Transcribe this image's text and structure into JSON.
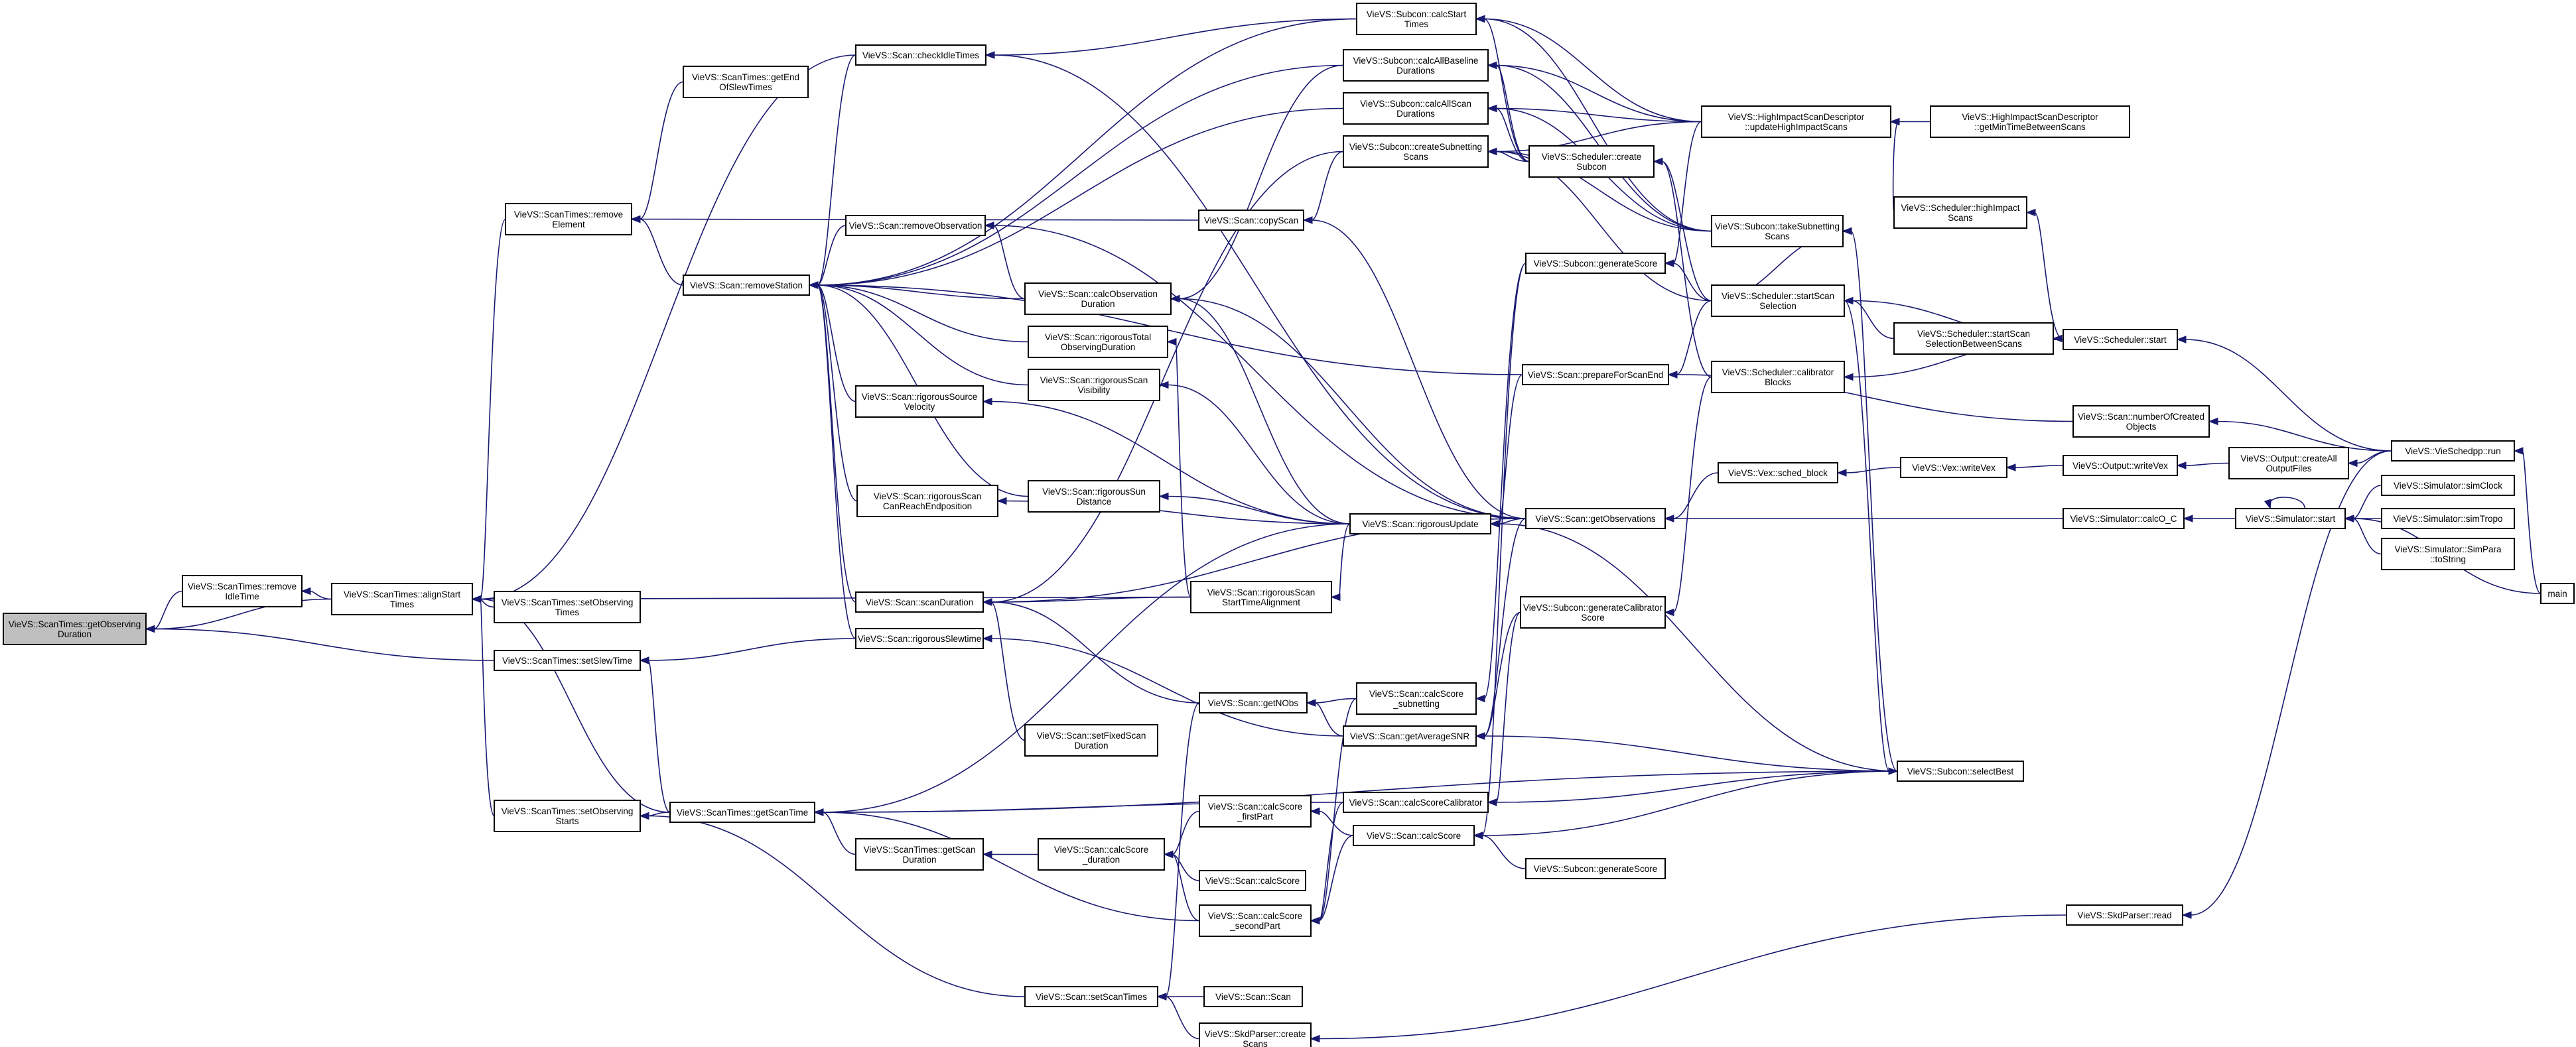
{
  "root": "getObservingDuration",
  "nodes": {
    "getObservingDuration": [
      "VieVS::ScanTimes::getObserving",
      "Duration"
    ],
    "removeIdleTime": [
      "VieVS::ScanTimes::remove",
      "IdleTime"
    ],
    "alignStartTimes": [
      "VieVS::ScanTimes::alignStart",
      "Times"
    ],
    "setObservingTimes": [
      "VieVS::ScanTimes::setObserving",
      "Times"
    ],
    "setSlewTime": [
      "VieVS::ScanTimes::setSlewTime"
    ],
    "setObservingStarts": [
      "VieVS::ScanTimes::setObserving",
      "Starts"
    ],
    "getScanTime": [
      "VieVS::ScanTimes::getScanTime"
    ],
    "removeElement": [
      "VieVS::ScanTimes::remove",
      "Element"
    ],
    "getEndOfSlewTimes": [
      "VieVS::ScanTimes::getEnd",
      "OfSlewTimes"
    ],
    "removeStation": [
      "VieVS::Scan::removeStation"
    ],
    "checkIdleTimes": [
      "VieVS::Scan::checkIdleTimes"
    ],
    "removeObservation": [
      "VieVS::Scan::removeObservation"
    ],
    "rigorousSourceVelocity": [
      "VieVS::Scan::rigorousSource",
      "Velocity"
    ],
    "rigorousScanCanReachEndposition": [
      "VieVS::Scan::rigorousScan",
      "CanReachEndposition"
    ],
    "scanDuration": [
      "VieVS::Scan::scanDuration"
    ],
    "rigorousSlewtime": [
      "VieVS::Scan::rigorousSlewtime"
    ],
    "getScanDuration": [
      "VieVS::ScanTimes::getScan",
      "Duration"
    ],
    "setScanTimes": [
      "VieVS::Scan::setScanTimes"
    ],
    "copyScan": [
      "VieVS::Scan::copyScan"
    ],
    "calcObservationDuration": [
      "VieVS::Scan::calcObservation",
      "Duration"
    ],
    "rigorousTotalObservingDuration": [
      "VieVS::Scan::rigorousTotal",
      "ObservingDuration"
    ],
    "rigorousScanVisibility": [
      "VieVS::Scan::rigorousScan",
      "Visibility"
    ],
    "rigorousSunDistance": [
      "VieVS::Scan::rigorousSun",
      "Distance"
    ],
    "rigorousScanStartTimeAlignment": [
      "VieVS::Scan::rigorousScan",
      "StartTimeAlignment"
    ],
    "setFixedScanDuration": [
      "VieVS::Scan::setFixedScan",
      "Duration"
    ],
    "getNObs": [
      "VieVS::Scan::getNObs"
    ],
    "calcScoreDuration": [
      "VieVS::Scan::calcScore",
      "_duration"
    ],
    "calcScoreFirstPart": [
      "VieVS::Scan::calcScore",
      "_firstPart"
    ],
    "calcScoreSimple": [
      "VieVS::Scan::calcScore"
    ],
    "calcScoreSecondPart": [
      "VieVS::Scan::calcScore",
      "_secondPart"
    ],
    "scanCtor": [
      "VieVS::Scan::Scan"
    ],
    "skdCreateScans": [
      "VieVS::SkdParser::create",
      "Scans"
    ],
    "calcStartTimes": [
      "VieVS::Subcon::calcStart",
      "Times"
    ],
    "calcAllBaselineDurations": [
      "VieVS::Subcon::calcAllBaseline",
      "Durations"
    ],
    "calcAllScanDurations": [
      "VieVS::Subcon::calcAllScan",
      "Durations"
    ],
    "createSubnettingScans": [
      "VieVS::Subcon::createSubnetting",
      "Scans"
    ],
    "rigorousUpdate": [
      "VieVS::Scan::rigorousUpdate"
    ],
    "calcScoreSubnetting": [
      "VieVS::Scan::calcScore",
      "_subnetting"
    ],
    "getAverageSNR": [
      "VieVS::Scan::getAverageSNR"
    ],
    "calcScoreCalibrator": [
      "VieVS::Scan::calcScoreCalibrator"
    ],
    "calcScoreMain": [
      "VieVS::Scan::calcScore"
    ],
    "schedulerCreateSubcon": [
      "VieVS::Scheduler::create",
      "Subcon"
    ],
    "generateScore": [
      "VieVS::Subcon::generateScore"
    ],
    "prepareForScanEnd": [
      "VieVS::Scan::prepareForScanEnd"
    ],
    "getObservations": [
      "VieVS::Scan::getObservations"
    ],
    "generateCalibratorScore": [
      "VieVS::Subcon::generateCalibrator",
      "Score"
    ],
    "subconGenerateScore2": [
      "VieVS::Subcon::generateScore"
    ],
    "updateHighImpactScans": [
      "VieVS::HighImpactScanDescriptor",
      "::updateHighImpactScans"
    ],
    "takeSubnettingScans": [
      "VieVS::Subcon::takeSubnetting",
      "Scans"
    ],
    "startScanSelection": [
      "VieVS::Scheduler::startScan",
      "Selection"
    ],
    "calibratorBlocks": [
      "VieVS::Scheduler::calibrator",
      "Blocks"
    ],
    "schedBlock": [
      "VieVS::Vex::sched_block"
    ],
    "selectBest": [
      "VieVS::Subcon::selectBest"
    ],
    "getMinTimeBetweenScans": [
      "VieVS::HighImpactScanDescriptor",
      "::getMinTimeBetweenScans"
    ],
    "highImpactScans": [
      "VieVS::Scheduler::highImpact",
      "Scans"
    ],
    "startScanSelectionBetweenScans": [
      "VieVS::Scheduler::startScan",
      "SelectionBetweenScans"
    ],
    "writeVexVex": [
      "VieVS::Vex::writeVex"
    ],
    "outputWriteVex": [
      "VieVS::Output::writeVex"
    ],
    "calcOC": [
      "VieVS::Simulator::calcO_C"
    ],
    "schedulerStart": [
      "VieVS::Scheduler::start"
    ],
    "numberOfCreatedObjects": [
      "VieVS::Scan::numberOfCreated",
      "Objects"
    ],
    "createAllOutputFiles": [
      "VieVS::Output::createAll",
      "OutputFiles"
    ],
    "simulatorStart": [
      "VieVS::Simulator::start"
    ],
    "skdRead": [
      "VieVS::SkdParser::read"
    ],
    "vieSchedppRun": [
      "VieVS::VieSchedpp::run"
    ],
    "simClock": [
      "VieVS::Simulator::simClock"
    ],
    "simTropo": [
      "VieVS::Simulator::simTropo"
    ],
    "simParaToString": [
      "VieVS::Simulator::SimPara",
      "::toString"
    ],
    "main": [
      "main"
    ]
  }
}
